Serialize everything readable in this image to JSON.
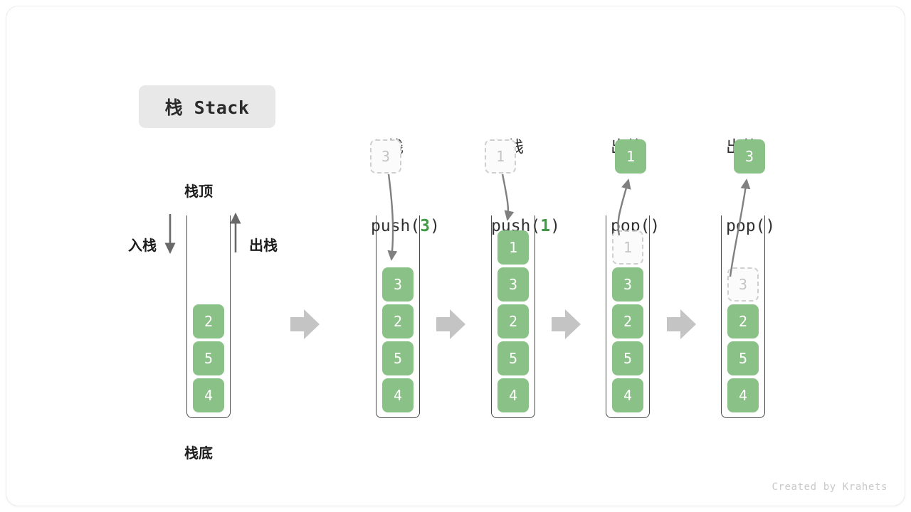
{
  "title": "栈 Stack",
  "annotations": {
    "top": "栈顶",
    "bottom": "栈底",
    "push_side": "入栈",
    "pop_side": "出栈"
  },
  "colors": {
    "element_fill": "#8ac186",
    "element_text": "#ffffff",
    "ghost_fill": "#fbfbfb",
    "ghost_border": "#cfcfcf",
    "ghost_text": "#c4c4c4",
    "accent_arg": "#3f9a44",
    "arrow_gray": "#808080",
    "separator_gray": "#c4c4c4",
    "container_line": "#4a4a4a",
    "chip_bg": "#e8e8e8"
  },
  "steps": [
    {
      "id": "initial",
      "header_cn": "",
      "header_code": "",
      "header_arg": "",
      "cells": [
        "2",
        "5",
        "4"
      ],
      "float_value": "",
      "float_kind": "none",
      "ghost_top": ""
    },
    {
      "id": "push-3",
      "header_cn": "入栈",
      "header_code_prefix": "push(",
      "header_arg": "3",
      "header_code_suffix": ")",
      "cells": [
        "3",
        "2",
        "5",
        "4"
      ],
      "float_value": "3",
      "float_kind": "ghost",
      "ghost_top": ""
    },
    {
      "id": "push-1",
      "header_cn": "入栈",
      "header_code_prefix": "push(",
      "header_arg": "1",
      "header_code_suffix": ")",
      "cells": [
        "1",
        "3",
        "2",
        "5",
        "4"
      ],
      "float_value": "1",
      "float_kind": "ghost",
      "ghost_top": ""
    },
    {
      "id": "pop-1",
      "header_cn": "出栈",
      "header_code_prefix": "pop(",
      "header_arg": "",
      "header_code_suffix": ")",
      "cells": [
        "3",
        "2",
        "5",
        "4"
      ],
      "float_value": "1",
      "float_kind": "solid",
      "ghost_top": "1"
    },
    {
      "id": "pop-3",
      "header_cn": "出栈",
      "header_code_prefix": "pop(",
      "header_arg": "",
      "header_code_suffix": ")",
      "cells": [
        "2",
        "5",
        "4"
      ],
      "float_value": "3",
      "float_kind": "solid",
      "ghost_top": "3"
    }
  ],
  "separator_count": 4,
  "footer": "Created by Krahets"
}
